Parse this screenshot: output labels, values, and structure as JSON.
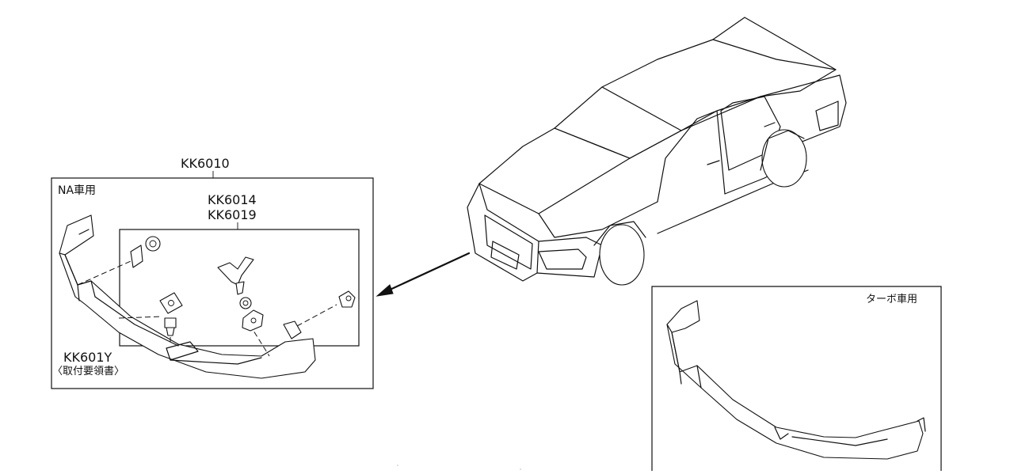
{
  "assembly": {
    "part_number": "KK6010",
    "variant_label": "NA車用"
  },
  "fasteners": {
    "part_number_a": "KK6014",
    "part_number_b": "KK6019"
  },
  "instructions": {
    "part_number": "KK601Y",
    "label": "〈取付要領書〉"
  },
  "turbo": {
    "variant_label": "ターボ車用"
  }
}
